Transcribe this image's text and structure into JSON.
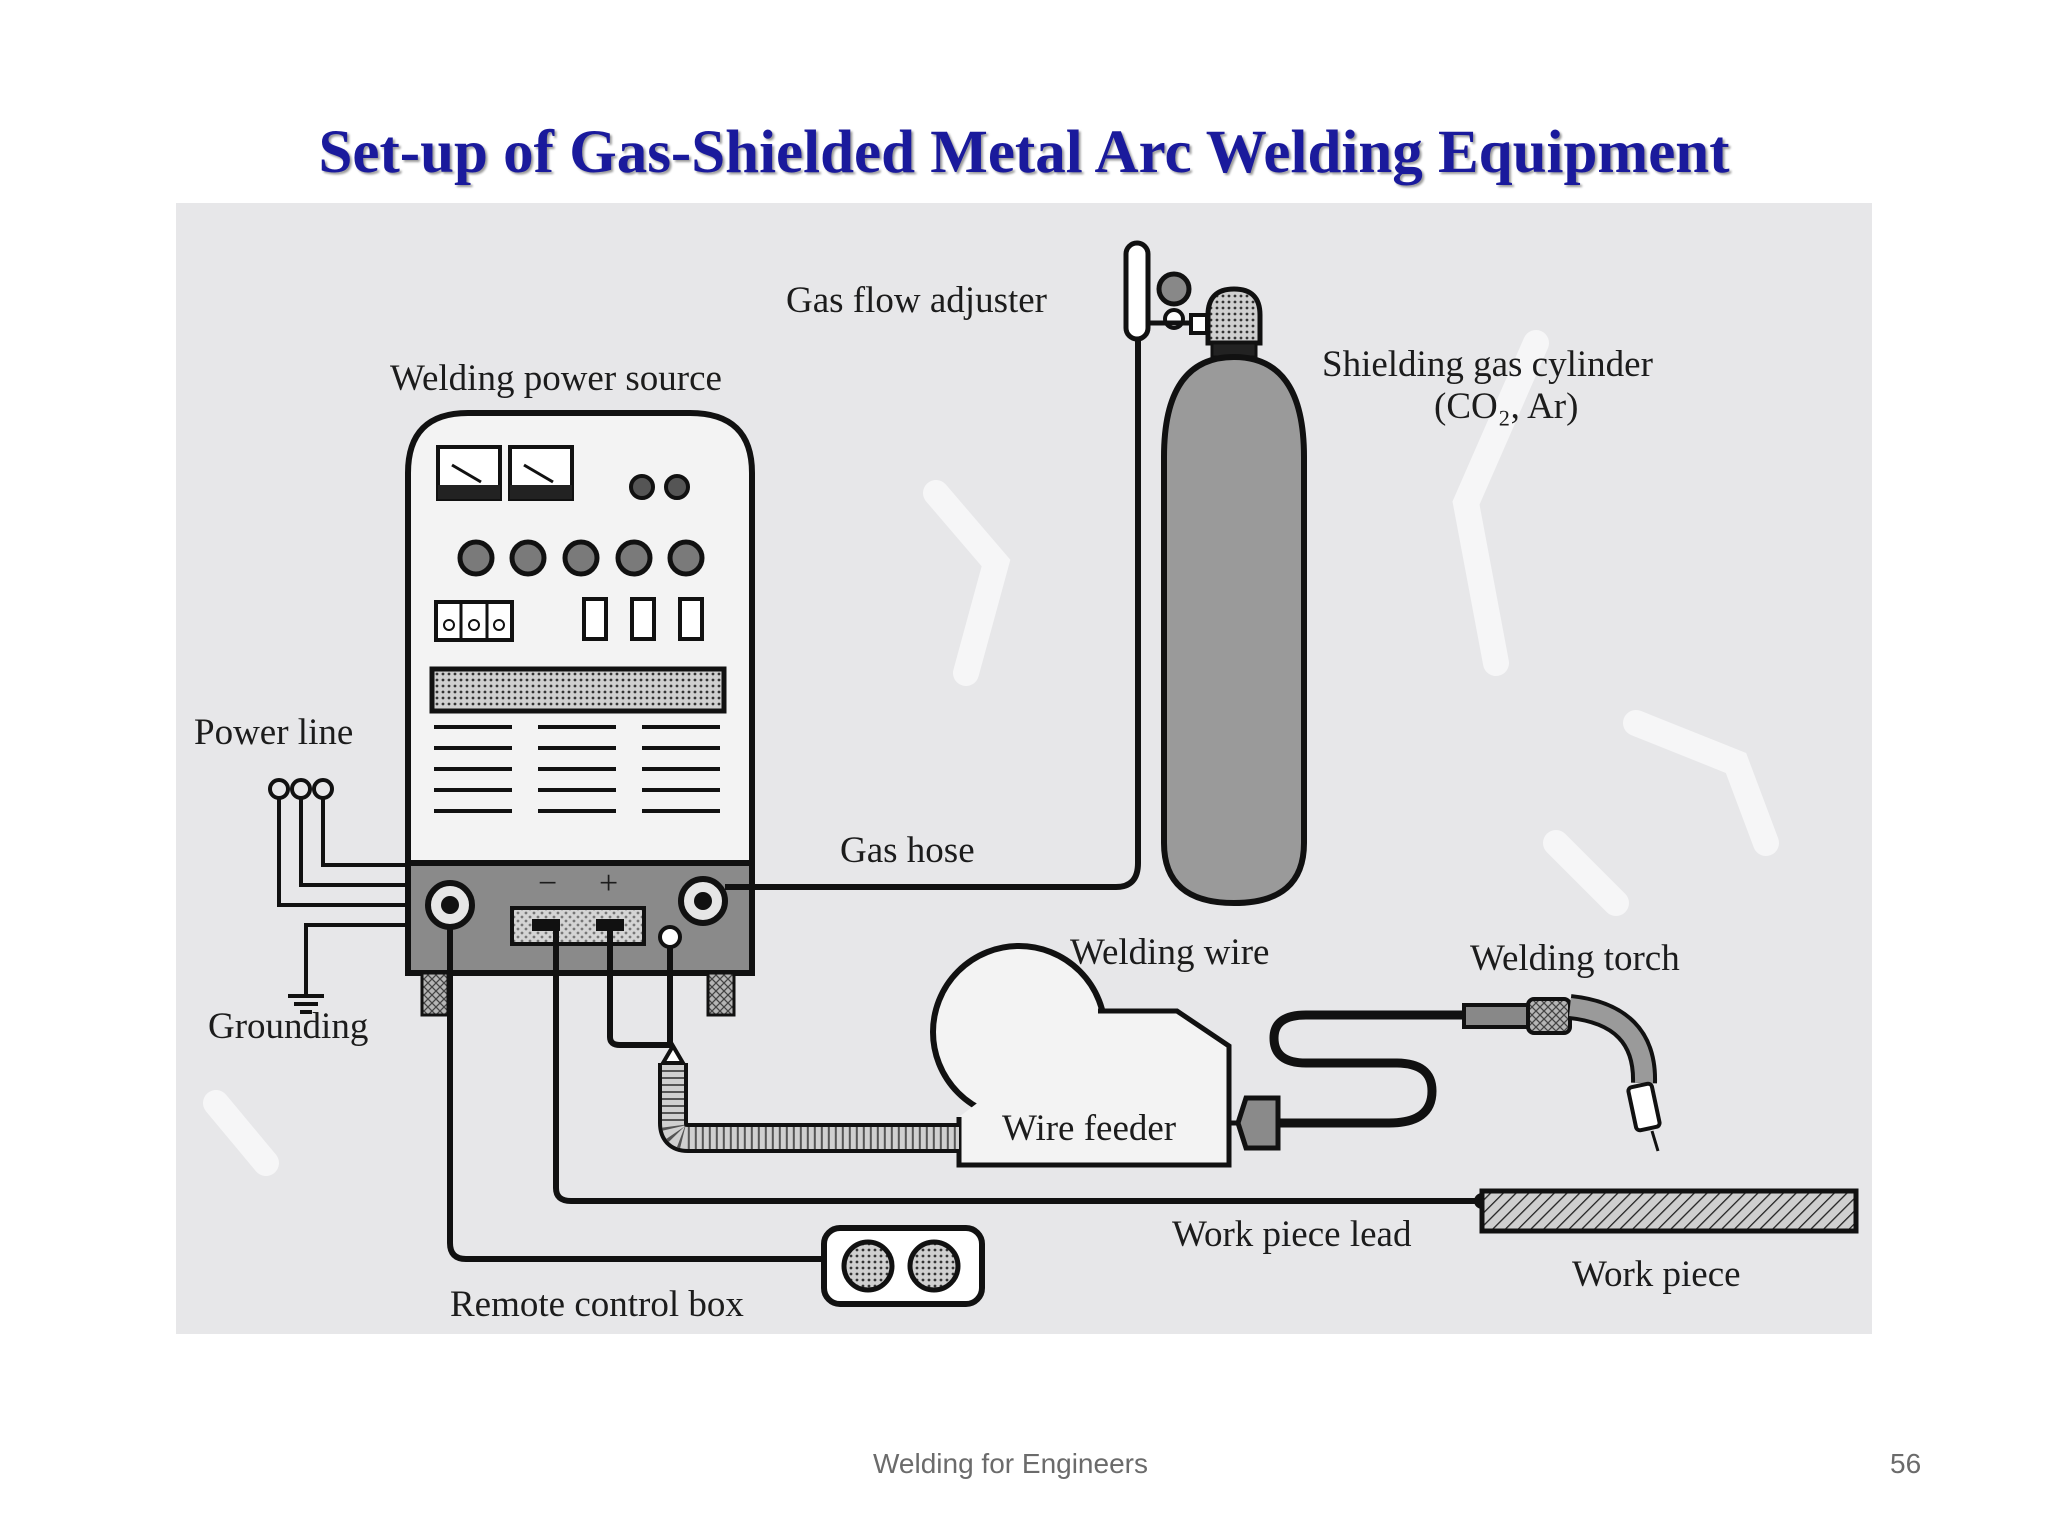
{
  "slide": {
    "title": "Set-up of Gas-Shielded Metal Arc Welding Equipment",
    "footer_text": "Welding for Engineers",
    "page_number": "56"
  },
  "diagram": {
    "labels": {
      "gas_flow_adjuster": "Gas flow adjuster",
      "shielding_gas_cylinder_line1": "Shielding gas cylinder",
      "shielding_gas_cylinder_line2": "(CO₂, Ar)",
      "welding_power_source": "Welding power source",
      "power_line": "Power line",
      "gas_hose": "Gas hose",
      "welding_wire": "Welding wire",
      "welding_torch": "Welding torch",
      "grounding": "Grounding",
      "wire_feeder": "Wire feeder",
      "work_piece_lead": "Work piece lead",
      "work_piece": "Work piece",
      "remote_control_box": "Remote control box",
      "terminal_minus": "−",
      "terminal_plus": "+"
    }
  },
  "colors": {
    "title": "#1a1a9c",
    "diagram_background": "#e7e7e9",
    "ink": "#111111",
    "cylinder_fill": "#9a9a9a",
    "footer_text": "#6b6b6b"
  }
}
